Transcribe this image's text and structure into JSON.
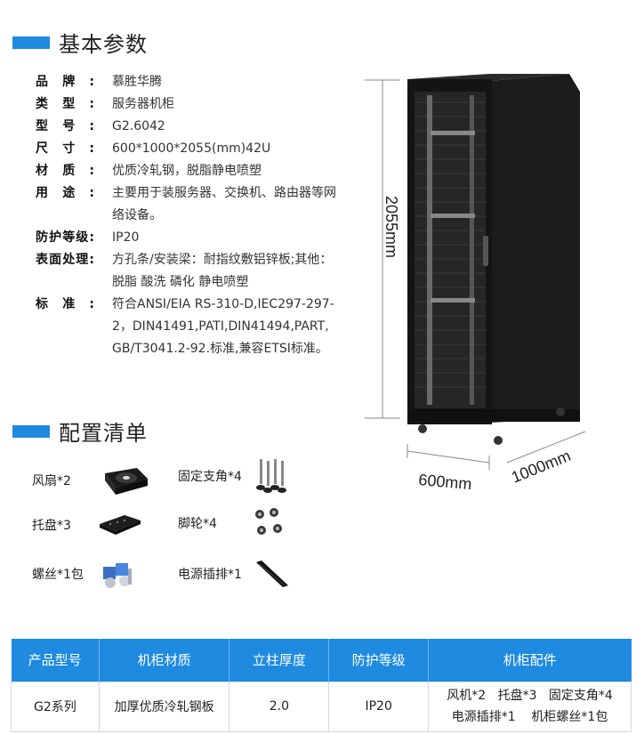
{
  "section_basic": {
    "title": "基本参数"
  },
  "specs": [
    {
      "label": "品牌:",
      "value": "慕胜华腾"
    },
    {
      "label": "类型:",
      "value": "服务器机柜"
    },
    {
      "label": "型号:",
      "value": "G2.6042"
    },
    {
      "label": "尺寸:",
      "value": "600*1000*2055(mm)42U"
    },
    {
      "label": "材质:",
      "value": "优质冷轧钢，脱脂静电喷塑"
    },
    {
      "label": "用途:",
      "value": "主要用于装服务器、交换机、路由器等网络设备。"
    },
    {
      "label": "防护等级:",
      "value": "IP20"
    },
    {
      "label": "表面处理:",
      "value": "方孔条/安装梁：耐指纹敷铝锌板;其他：脱脂 酸洗 磷化 静电喷塑"
    },
    {
      "label": "标准:",
      "value": "符合ANSI/EIA RS-310-D,IEC297-297-2，DIN41491,PATI,DIN41494,PART,GB/T3041.2-92.标准,兼容ETSI标准。"
    }
  ],
  "dimensions": {
    "height": "2055mm",
    "width": "600mm",
    "depth": "1000mm"
  },
  "section_config": {
    "title": "配置清单"
  },
  "config_items": [
    {
      "label": "风扇*2",
      "icon": "fan-icon"
    },
    {
      "label": "固定支角*4",
      "icon": "leveling-feet-icon"
    },
    {
      "label": "托盘*3",
      "icon": "tray-icon"
    },
    {
      "label": "脚轮*4",
      "icon": "caster-icon"
    },
    {
      "label": "螺丝*1包",
      "icon": "screw-pack-icon"
    },
    {
      "label": "电源插排*1",
      "icon": "power-strip-icon"
    }
  ],
  "table": {
    "headers": [
      "产品型号",
      "机柜材质",
      "立柱厚度",
      "防护等级",
      "机柜配件"
    ],
    "row": {
      "model": "G2系列",
      "material": "加厚优质冷轧钢板",
      "thickness": "2.0",
      "protection": "IP20",
      "accessories_line1": "风机*2   托盘*3   固定支角*4",
      "accessories_line2": "电源插排*1    机柜螺丝*1包"
    }
  },
  "colors": {
    "accent": "#1e8ae0",
    "cabinet": "#141414"
  }
}
